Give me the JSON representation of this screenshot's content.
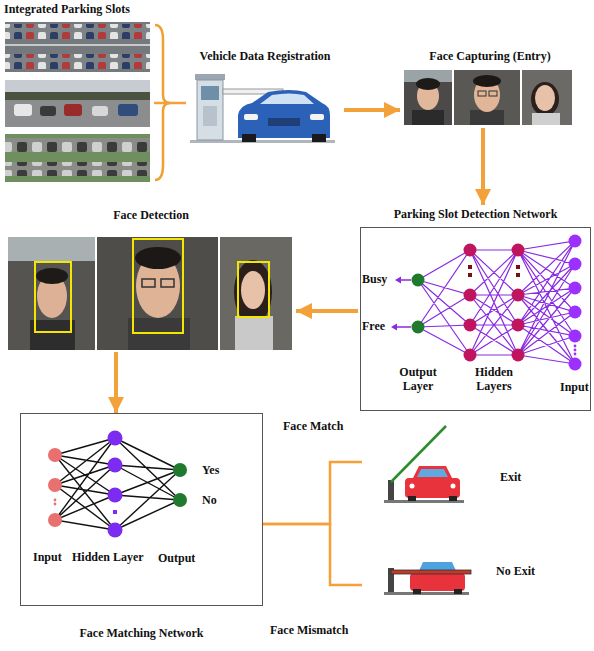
{
  "diagram": {
    "nodes": [
      {
        "text": [
          "Integrated Parking Slots"
        ]
      },
      {
        "text": [
          "Vehicle Data Registration"
        ]
      },
      {
        "text": [
          "Face Capturing (Entry)"
        ]
      },
      {
        "text": [
          "Parking Slot Detection Network"
        ]
      },
      {
        "text": [
          "Face Detection"
        ]
      },
      {
        "text": [
          "Face Matching Network"
        ]
      },
      {
        "text": [
          "Exit"
        ]
      },
      {
        "text": [
          "No Exit"
        ]
      }
    ],
    "edges": [
      {
        "from": 0,
        "to": 1,
        "arrow": "none"
      },
      {
        "from": 1,
        "to": 2,
        "arrow": "to"
      },
      {
        "from": 2,
        "to": 3,
        "arrow": "to"
      },
      {
        "from": 3,
        "to": 4,
        "arrow": "to"
      },
      {
        "from": 4,
        "to": 5,
        "arrow": "to"
      },
      {
        "from": 5,
        "to": 6,
        "arrow": "none",
        "label": "Face Match"
      },
      {
        "from": 5,
        "to": 7,
        "arrow": "none",
        "label": "Face Mismatch"
      }
    ],
    "labels": [
      "Busy",
      "Free",
      "Output Layer",
      "Hidden Layers",
      "Input",
      "Input",
      "Hidden Layer",
      "Output",
      "Yes",
      "No"
    ]
  }
}
